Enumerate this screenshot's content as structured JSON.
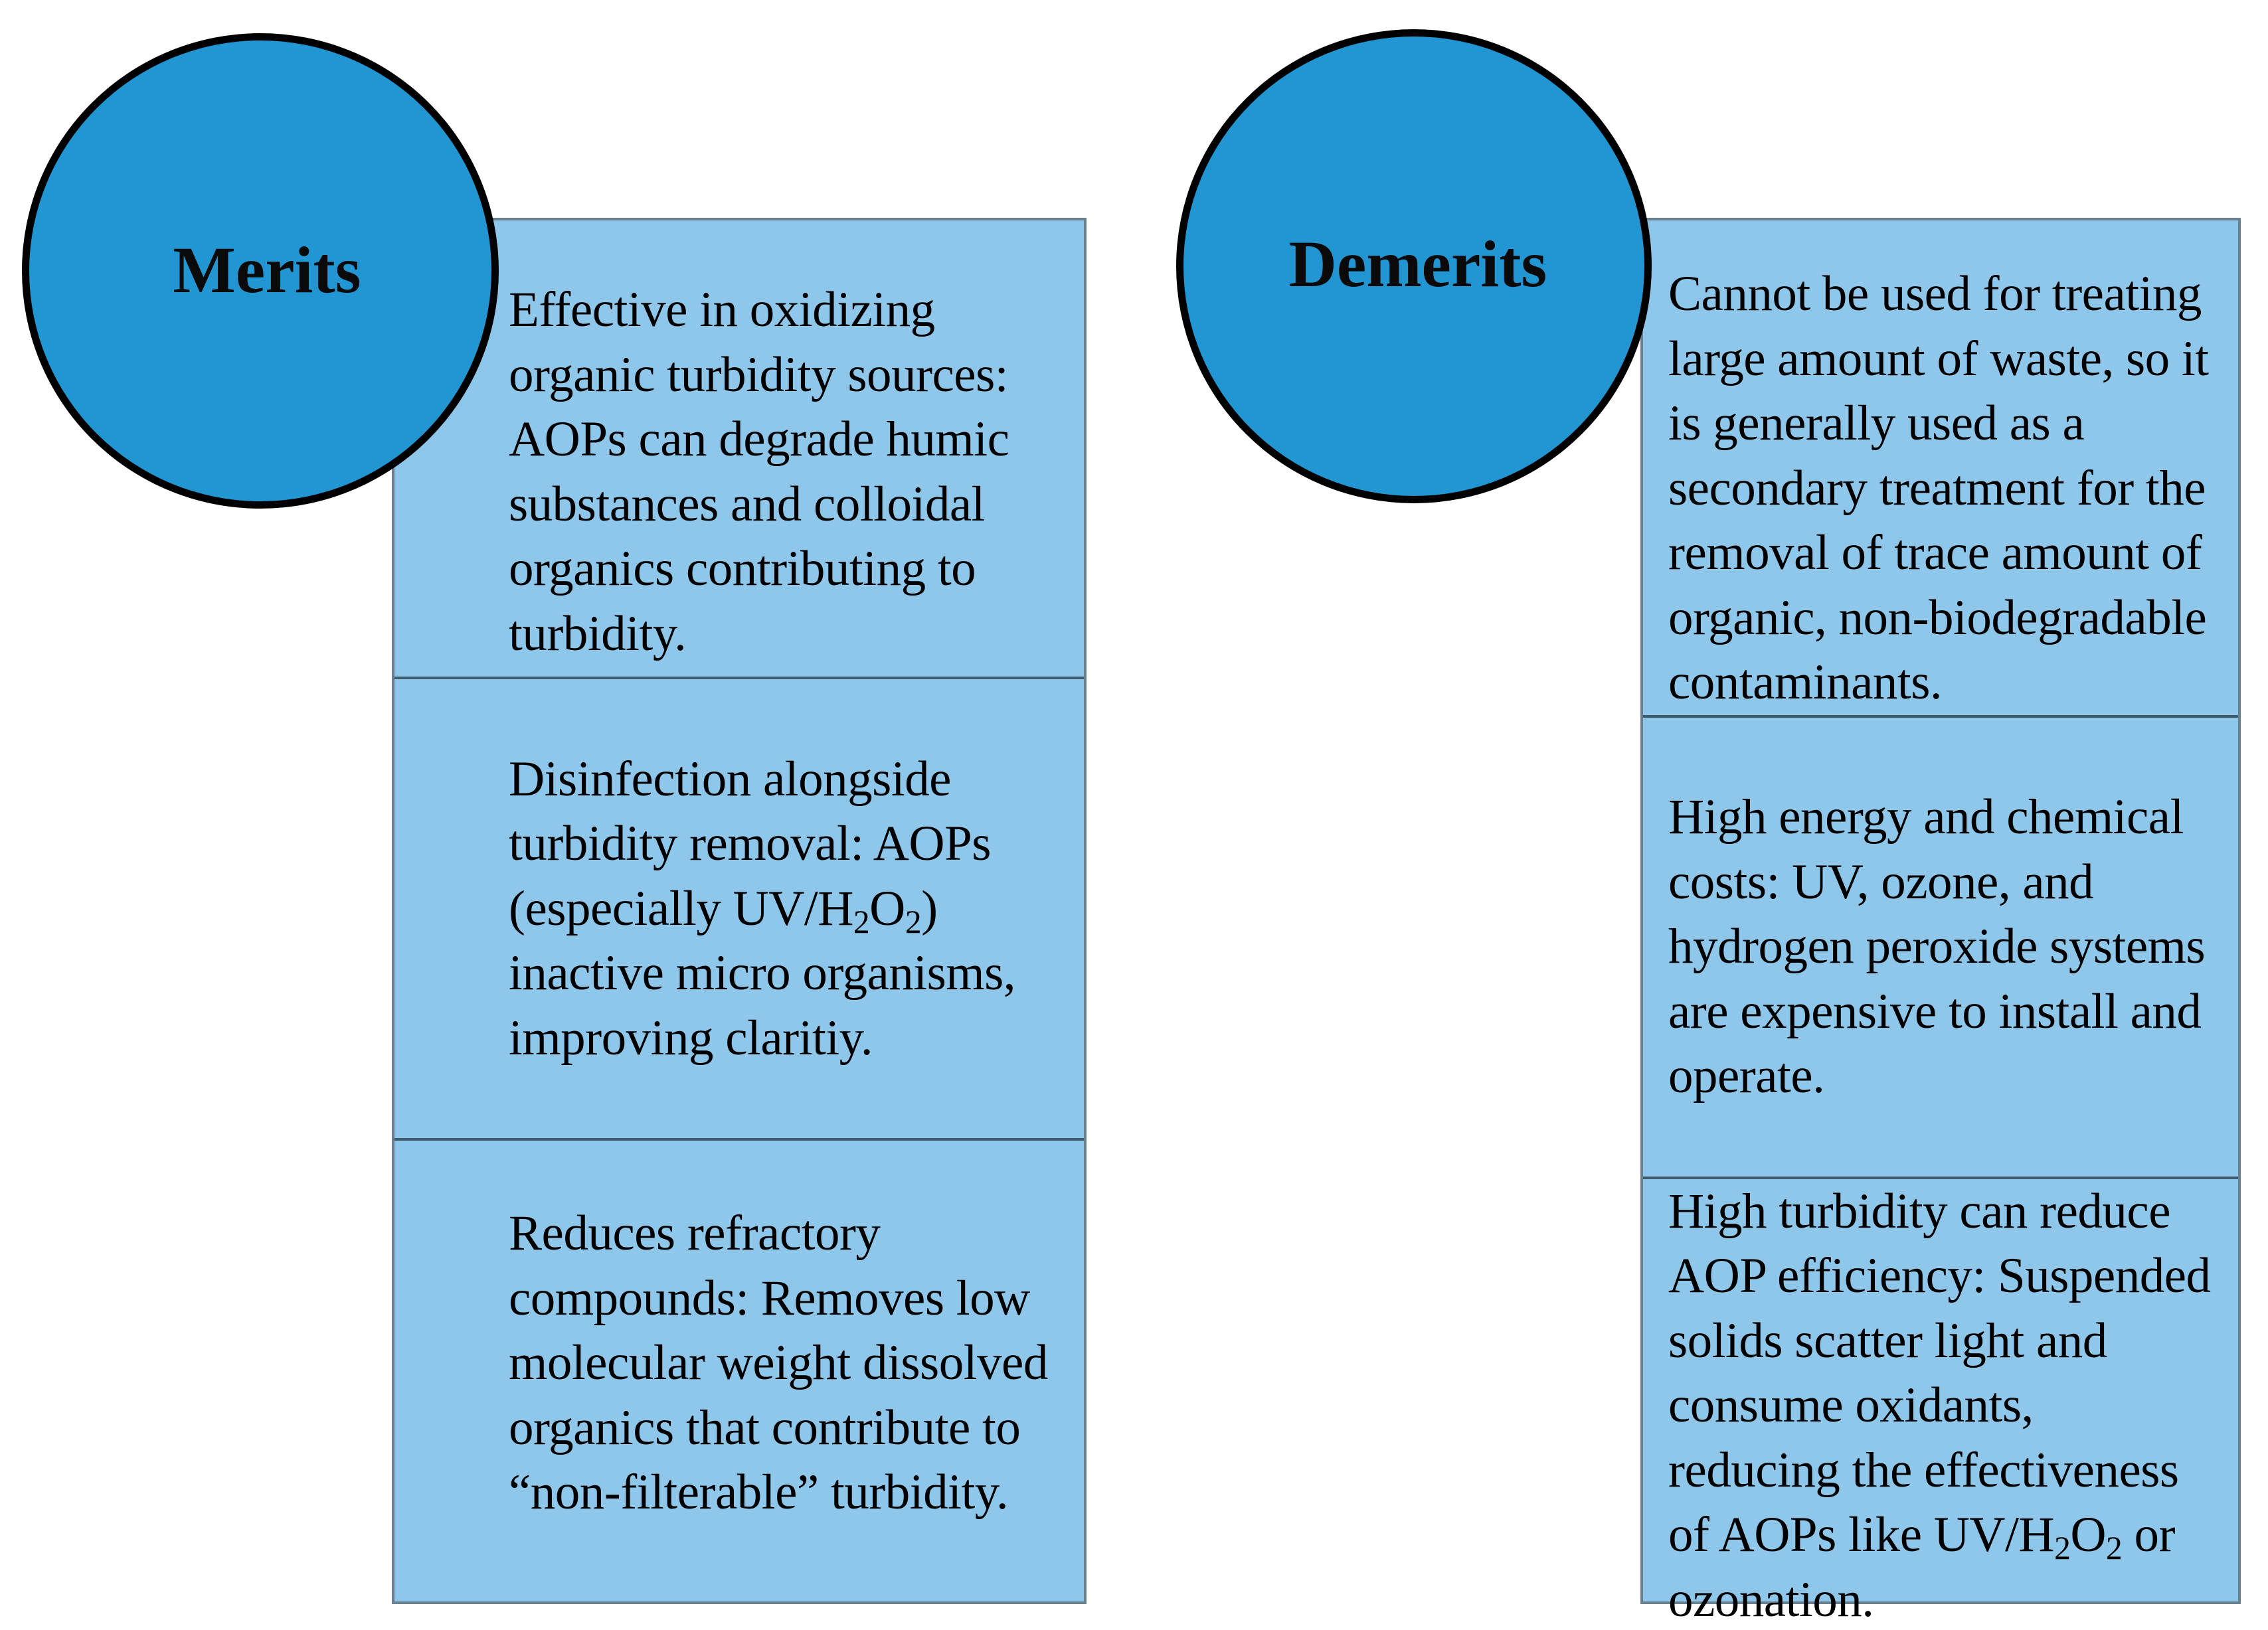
{
  "diagram": {
    "title_left": "Merits",
    "title_right": "Demerits",
    "colors": {
      "circle_fill": "#2196d2",
      "circle_stroke": "#000000",
      "box_fill": "#8ec7ea",
      "box_border": "#68808f",
      "box_divider": "#3f5a6b",
      "text": "#000000",
      "background": "#ffffff"
    }
  },
  "merits": {
    "heading": "Merits",
    "items": [
      {
        "text": "Effective in oxidizing organic turbidity sources: AOPs can degrade humic substances and colloidal organics contributing to turbidity."
      },
      {
        "text": "Disinfection alongside turbidity removal: AOPs (especially UV/H2O2) inactive micro organisms, improving claritiy."
      },
      {
        "text": "Reduces refractory compounds: Removes low molecular weight dissolved organics that contribute to “non-filterable” turbidity."
      }
    ]
  },
  "demerits": {
    "heading": "Demerits",
    "items": [
      {
        "text": "Cannot be used for treating large amount of waste, so it is generally used as a secondary treatment for the removal of trace amount of organic, non-biodegradable contaminants."
      },
      {
        "text": "High energy and chemical costs: UV, ozone, and hydrogen peroxide systems are expensive to install and operate."
      },
      {
        "text": "High turbidity can reduce AOP efficiency: Suspended solids scatter light and consume oxidants, reducing the effectiveness of AOPs like UV/H2O2 or ozonation."
      }
    ]
  }
}
